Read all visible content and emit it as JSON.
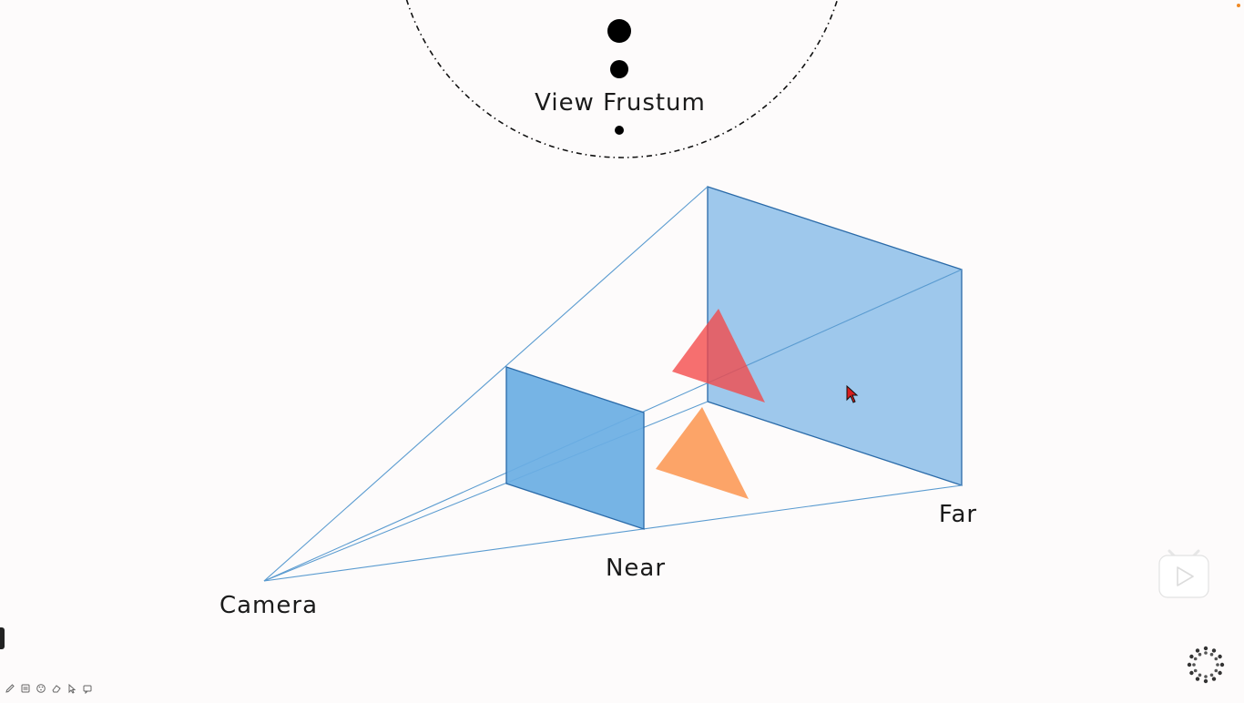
{
  "diagram": {
    "title": "View Frustum",
    "labels": {
      "camera": "Camera",
      "near": "Near",
      "far": "Far"
    },
    "colors": {
      "frustum_line": "#5a9bd0",
      "near_plane_fill": "#6aaee3",
      "near_plane_stroke": "#2a6aa8",
      "far_plane_fill": "#9ec8ec",
      "far_plane_stroke": "#2a6aa8",
      "red_triangle": "#f45a5a",
      "orange_triangle": "#fca468",
      "title_circle": "#111111"
    }
  },
  "controls": {
    "play_icon": "play-icon",
    "toolbar_icons": [
      "pencil-icon",
      "notes-icon",
      "palette-icon",
      "eraser-icon",
      "pointer-icon",
      "comment-icon"
    ]
  }
}
